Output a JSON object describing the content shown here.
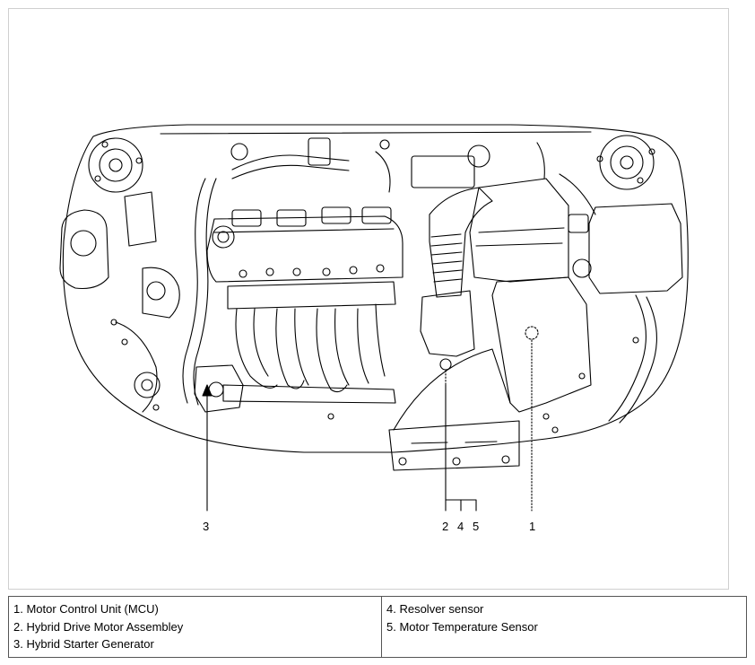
{
  "diagram": {
    "callouts": [
      {
        "id": "callout-3",
        "label": "3"
      },
      {
        "id": "callout-2",
        "label": "2"
      },
      {
        "id": "callout-4",
        "label": "4"
      },
      {
        "id": "callout-5",
        "label": "5"
      },
      {
        "id": "callout-1",
        "label": "1"
      }
    ]
  },
  "legend": {
    "left": [
      "1. Motor Control Unit (MCU)",
      "2. Hybrid Drive Motor Assembley",
      "3. Hybrid Starter Generator"
    ],
    "right": [
      "4. Resolver sensor",
      "5. Motor Temperature Sensor"
    ]
  },
  "colors": {
    "line": "#000000",
    "frame": "#cfcfcf"
  }
}
